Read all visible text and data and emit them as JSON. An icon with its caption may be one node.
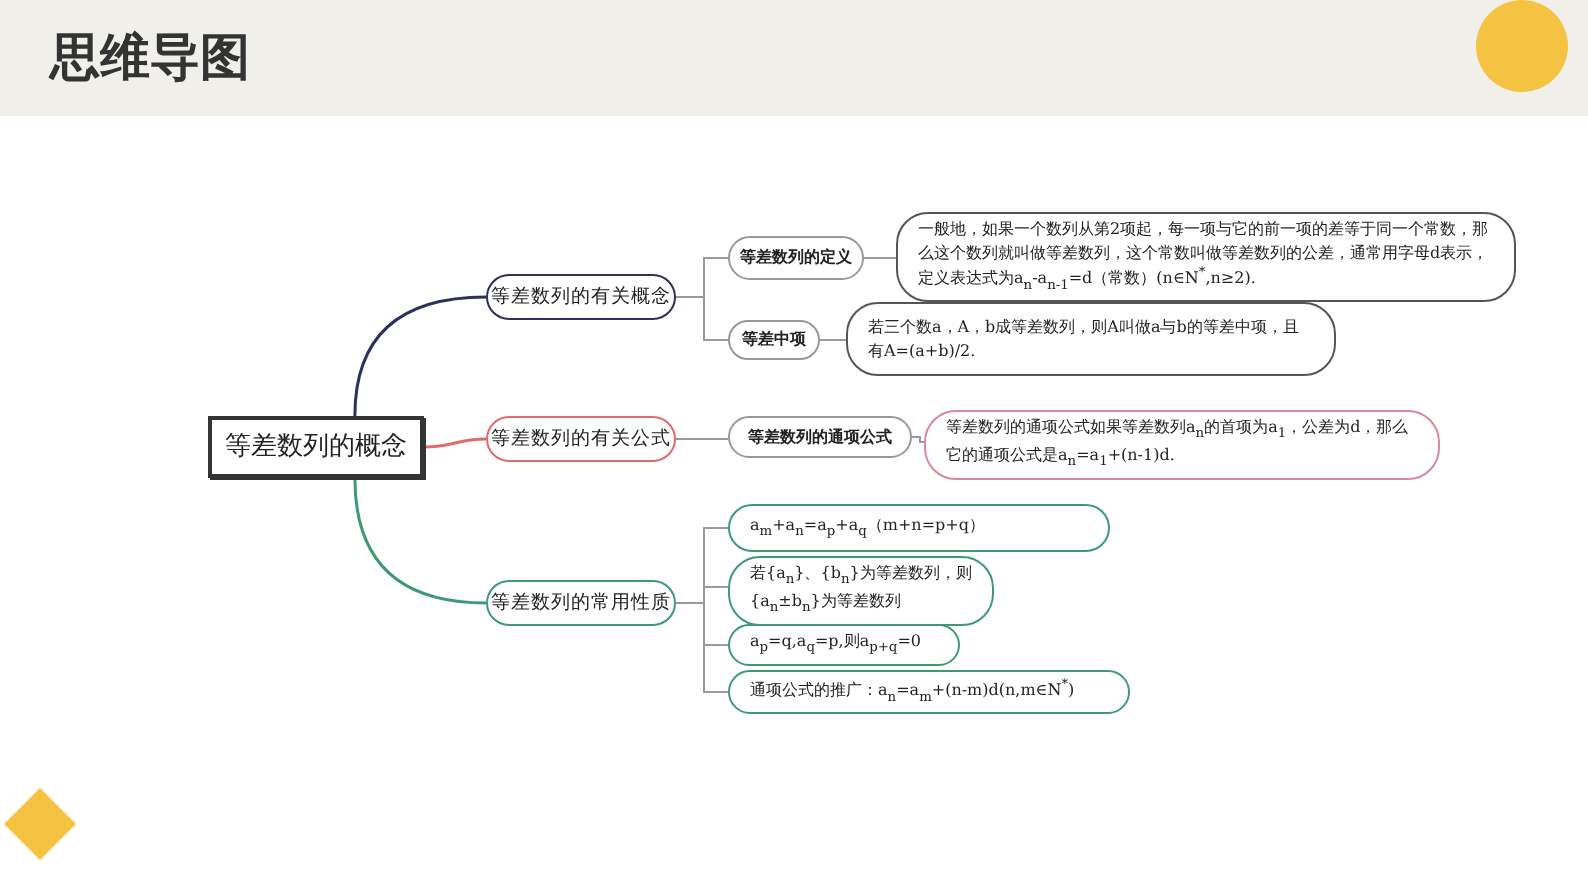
{
  "diagram": {
    "title": "思维导图",
    "nodes": [
      {
        "text": [
          "等差数列的概念"
        ]
      },
      {
        "text": [
          "等差数列的有关概念"
        ]
      },
      {
        "text": [
          "等差数列的有关公式"
        ]
      },
      {
        "text": [
          "等差数列的常用性质"
        ]
      },
      {
        "text": [
          "等差数列的定义"
        ]
      },
      {
        "text": [
          "等差中项"
        ]
      },
      {
        "text": [
          "一般地，如果一个数列从第2项起，每一项与它的前一项的差等于同一个常数，那么这个数列就叫做等差数列，这个常数叫做等差数列的公差，通常用字母d表示，定义表达式为a$_{n}$-a$_{n-1}$=d（常数）(n∈N$^{*}$,n≥2)."
        ]
      },
      {
        "text": [
          "若三个数a，A，b成等差数列，则A叫做a与b的等差中项，且有A=(a+b)/2."
        ]
      },
      {
        "text": [
          "等差数列的通项公式"
        ]
      },
      {
        "text": [
          "等差数列的通项公式如果等差数列a$_{n}$的首项为a$_{1}$，公差为d，那么它的通项公式是a$_{n}$=a$_{1}$+(n-1)d."
        ]
      },
      {
        "text": [
          "a$_{m}$+a$_{n}$=a$_{p}$+a$_{q}$（m+n=p+q）"
        ]
      },
      {
        "text": [
          "若{a$_{n}$}、{b$_{n}$}为等差数列，则{a$_{n}$±b$_{n}$}为等差数列"
        ]
      },
      {
        "text": [
          "a$_{p}$=q,a$_{q}$=p,则a$_{p+q}$=0"
        ]
      },
      {
        "text": [
          "通项公式的推广：a$_{n}$=a$_{m}$+(n-m)d(n,m∈N$^{*}$)"
        ]
      }
    ],
    "edges": [
      {
        "from": 0,
        "to": 1,
        "arrow": "none",
        "color": "#2d2f5e"
      },
      {
        "from": 0,
        "to": 2,
        "arrow": "none",
        "color": "#e06b6b"
      },
      {
        "from": 0,
        "to": 3,
        "arrow": "none",
        "color": "#3d9a72"
      },
      {
        "from": 1,
        "to": 4,
        "arrow": "none"
      },
      {
        "from": 1,
        "to": 5,
        "arrow": "none"
      },
      {
        "from": 4,
        "to": 6,
        "arrow": "none"
      },
      {
        "from": 5,
        "to": 7,
        "arrow": "none"
      },
      {
        "from": 2,
        "to": 8,
        "arrow": "none"
      },
      {
        "from": 8,
        "to": 9,
        "arrow": "none"
      },
      {
        "from": 3,
        "to": 10,
        "arrow": "none"
      },
      {
        "from": 3,
        "to": 11,
        "arrow": "none"
      },
      {
        "from": 3,
        "to": 12,
        "arrow": "none"
      },
      {
        "from": 3,
        "to": 13,
        "arrow": "none"
      }
    ]
  }
}
